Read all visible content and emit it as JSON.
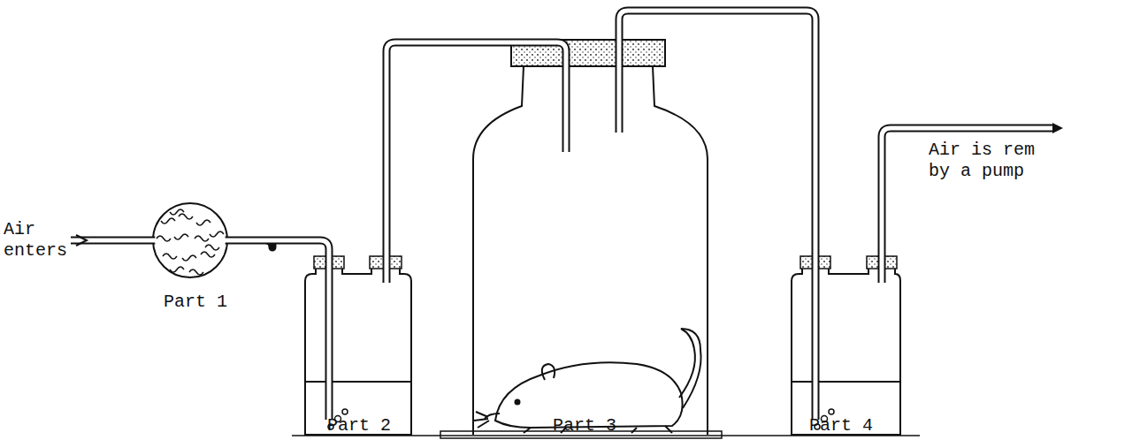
{
  "diagram": {
    "labels": [
      "Air enters",
      "Part 1",
      "Part 2",
      "Part 3",
      "Part 4",
      "Air is rem by a pump"
    ]
  }
}
